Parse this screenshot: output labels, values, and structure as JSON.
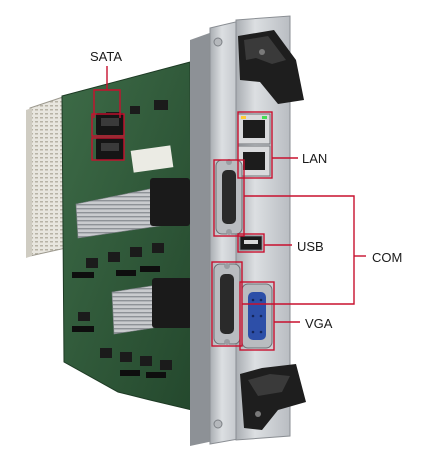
{
  "labels": {
    "sata": "SATA",
    "lan": "LAN",
    "usb": "USB",
    "com": "COM",
    "vga": "VGA"
  },
  "colors": {
    "callout_line": "#c8102e",
    "pcb": "#2f5a3a",
    "faceplate": "#cfd2d6",
    "lever": "#1e1e1e"
  }
}
